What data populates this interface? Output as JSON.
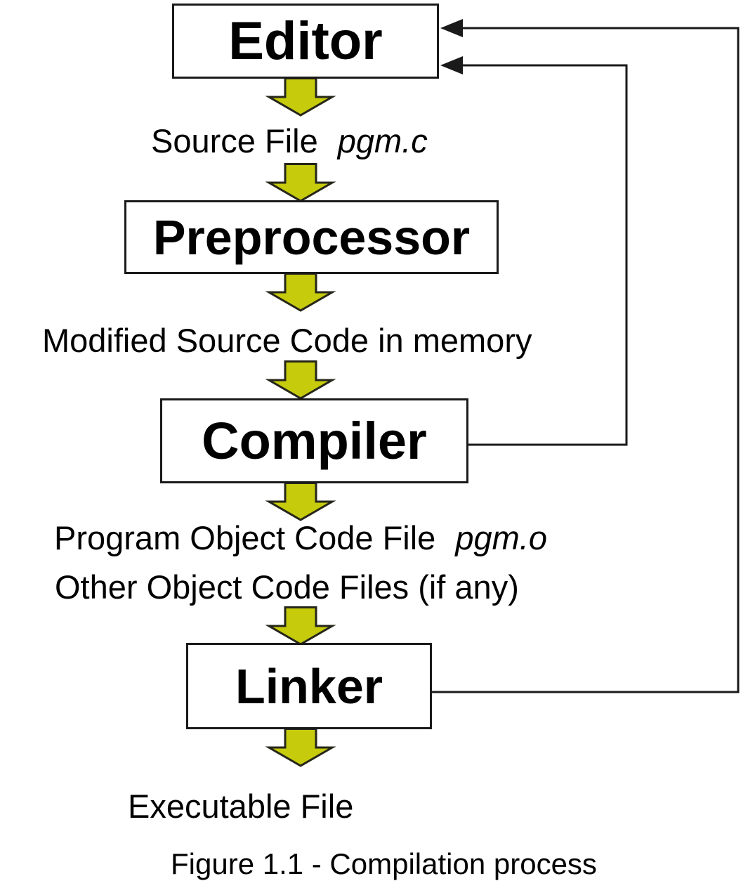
{
  "diagram": {
    "title_caption": "Figure 1.1 - Compilation process",
    "colors": {
      "background": "#ffffff",
      "box_border": "#1a1a1a",
      "box_fill": "#ffffff",
      "text": "#000000",
      "flow_arrow_fill": "#c6cb0c",
      "flow_arrow_outline": "#26261a",
      "connector_line": "#1a1a1a"
    },
    "nodes": [
      {
        "id": "editor",
        "label": "Editor"
      },
      {
        "id": "preprocessor",
        "label": "Preprocessor"
      },
      {
        "id": "compiler",
        "label": "Compiler"
      },
      {
        "id": "linker",
        "label": "Linker"
      }
    ],
    "flow_labels": {
      "source_file": {
        "text": "Source File",
        "file": "pgm.c"
      },
      "modified_source": {
        "text": "Modified Source Code in memory"
      },
      "program_object": {
        "text": "Program Object Code File",
        "file": "pgm.o"
      },
      "other_object": {
        "text": "Other Object Code Files (if any)"
      },
      "executable": {
        "text": "Executable File"
      }
    },
    "flow_order": [
      "Editor",
      "Source File pgm.c",
      "Preprocessor",
      "Modified Source Code in memory",
      "Compiler",
      "Program Object Code File pgm.o + Other Object Code Files (if any)",
      "Linker",
      "Executable File"
    ],
    "feedback_connectors": [
      {
        "from": "Compiler",
        "to": "Editor"
      },
      {
        "from": "Linker",
        "to": "Editor"
      }
    ]
  }
}
